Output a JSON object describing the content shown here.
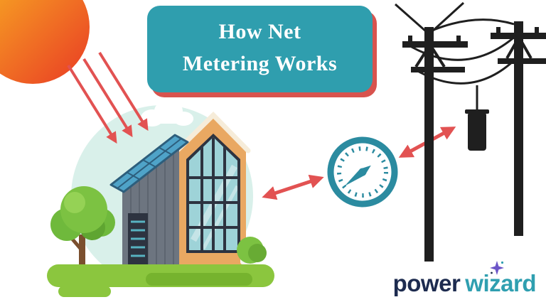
{
  "title": {
    "line1": "How Net",
    "line2": "Metering Works"
  },
  "logo": {
    "word_dark": "power",
    "word_teal": "wizard"
  },
  "colors": {
    "title_bg": "#2f9eae",
    "title_shadow": "#d8534e",
    "arrow_red": "#e25252",
    "scene_bg": "#d9f0ea",
    "meter_teal": "#2b8ba0",
    "grass_green": "#8bc63e",
    "tree_green": "#7cc242",
    "house_gray": "#6d7580",
    "house_wood": "#e9a862",
    "solar_blue": "#4fa3c8",
    "pole_black": "#1f1f1f",
    "logo_dark": "#1d2b4f",
    "logo_teal": "#2f9fb0",
    "sparkle_purple": "#6c55c8",
    "sun_gradient_start": "#f9b223",
    "sun_gradient_end": "#e93b24"
  },
  "icons": {
    "sun": "sun-icon (gradient circle)",
    "sun_rays": "sun-ray-arrow (red arrows)",
    "clouds": "cloud-icon (white puffs)",
    "tree": "tree-icon",
    "bush": "bush-icon",
    "house": "house-illustration with solar-panel-roof",
    "meter": "meter-gauge-icon (teal dial with needle)",
    "energy_arrows": "energy-flow-arrow (double-headed red)",
    "power_pole": "power-pole-icon (black utility poles and wires)",
    "transformer": "transformer-icon",
    "logo_sparkle": "logo-sparkle-icon (4-point star)"
  }
}
